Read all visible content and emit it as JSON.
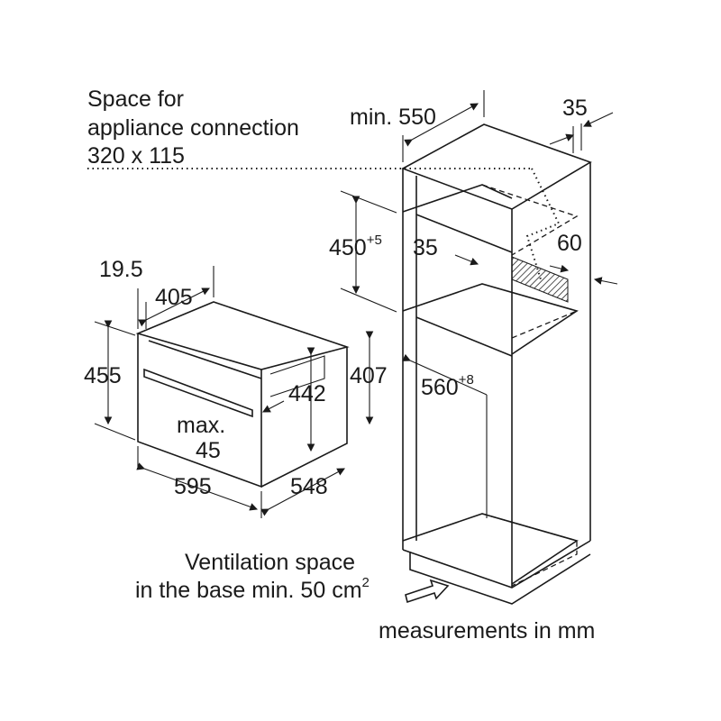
{
  "labels": {
    "connection_l1": "Space for",
    "connection_l2": "appliance connection",
    "connection_l3": "320 x 115",
    "min_550": "min. 550",
    "d35_top": "35",
    "d450": "450",
    "d450_sup": "+5",
    "d35_mid": "35",
    "d60": "60",
    "d19_5": "19.5",
    "d405": "405",
    "d455": "455",
    "d407": "407",
    "d442": "442",
    "d560": "560",
    "d560_sup": "+8",
    "max": "max.",
    "d45": "45",
    "d595": "595",
    "d548": "548",
    "vent_l1": "Ventilation space",
    "vent_l2": "in the base min. 50 cm",
    "vent_sup": "2",
    "units": "measurements in mm"
  }
}
